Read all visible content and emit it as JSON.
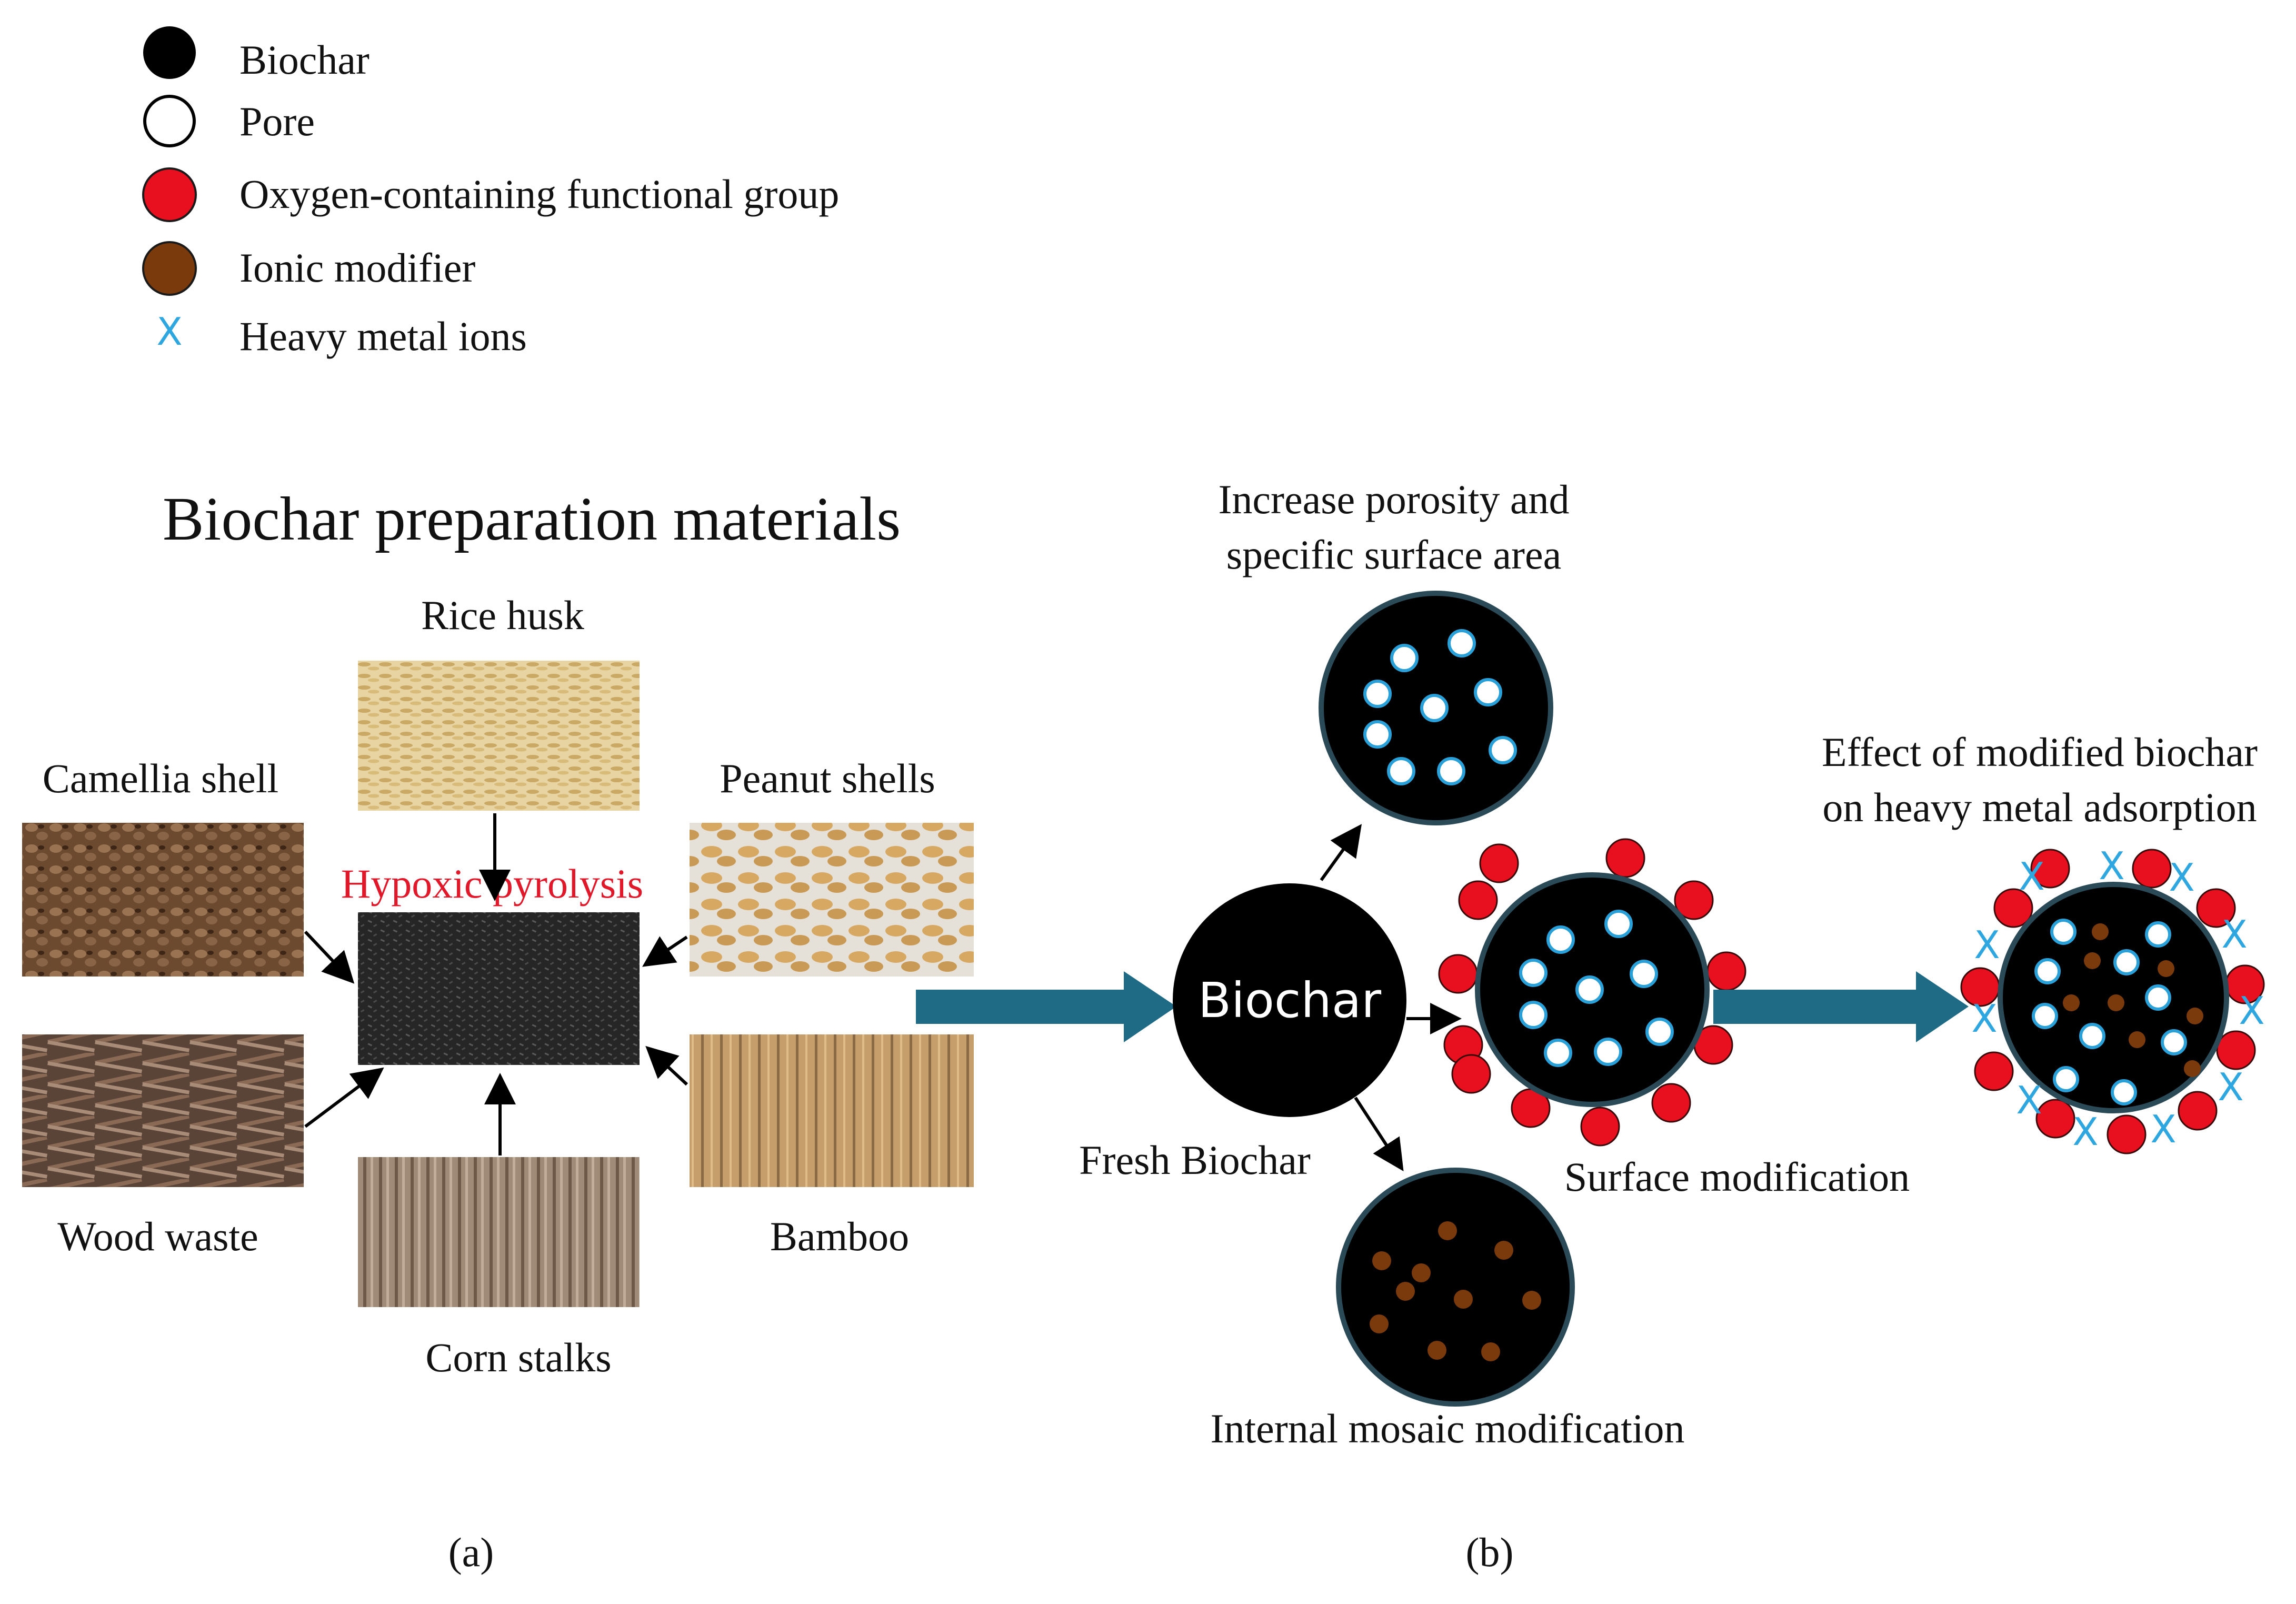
{
  "legend": [
    {
      "icon": "biochar",
      "label": "Biochar"
    },
    {
      "icon": "pore",
      "label": "Pore"
    },
    {
      "icon": "oxygen-group",
      "label": "Oxygen-containing functional group"
    },
    {
      "icon": "ionic-modifier",
      "label": "Ionic modifier"
    },
    {
      "icon": "heavy-metal",
      "label": "Heavy metal ions",
      "glyph": "X"
    }
  ],
  "panel_a": {
    "title": "Biochar preparation materials",
    "center_label": "Hypoxic pyrolysis",
    "materials": {
      "rice_husk": "Rice husk",
      "camellia_shell": "Camellia shell",
      "peanut_shells": "Peanut shells",
      "wood_waste": "Wood waste",
      "bamboo": "Bamboo",
      "corn_stalks": "Corn stalks"
    },
    "caption": "(a)"
  },
  "panel_b": {
    "center_label": "Biochar",
    "fresh_label": "Fresh Biochar",
    "porosity_label_1": "Increase porosity and",
    "porosity_label_2": "specific surface area",
    "surface_label": "Surface modification",
    "internal_label": "Internal mosaic modification",
    "effect_label_1": "Effect of modified biochar",
    "effect_label_2": "on heavy metal adsorption",
    "caption": "(b)"
  },
  "colors": {
    "biochar": "#000000",
    "pore": "#ffffff",
    "oxygen_group": "#e8101e",
    "ionic_modifier": "#7a3a0c",
    "heavy_metal": "#2ea6e0",
    "big_arrow": "#1f6a85",
    "label_red": "#e0182a",
    "circle_rim": "#2a4a58"
  }
}
